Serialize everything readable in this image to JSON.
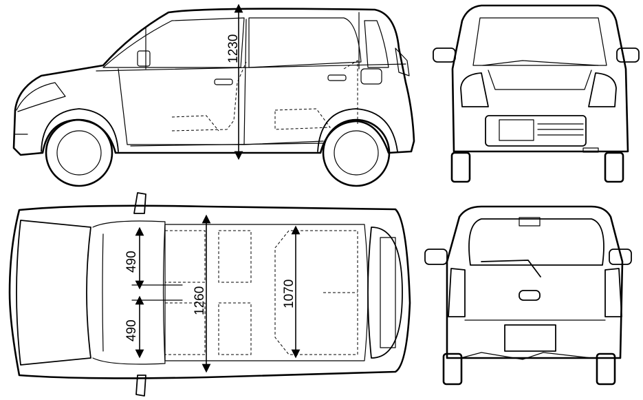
{
  "dimensions": {
    "height": "1230",
    "interior_width": "1260",
    "rear_interior_width": "1070",
    "front_seat_width_upper": "490",
    "front_seat_width_lower": "490"
  },
  "views": [
    "side-view",
    "front-view",
    "top-view",
    "rear-view"
  ]
}
